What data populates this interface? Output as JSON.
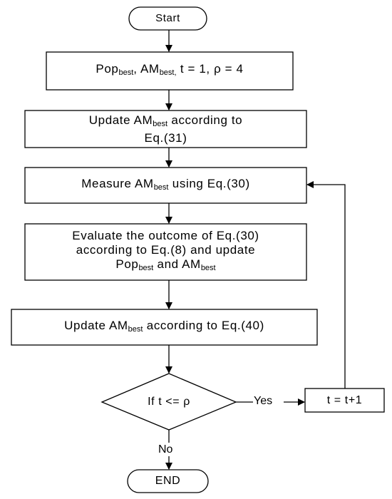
{
  "nodes": {
    "start": "Start",
    "init": {
      "a": "Pop",
      "a_sub": "best",
      "b": ", AM",
      "b_sub": "best,",
      "c": " t = 1, ρ = 4"
    },
    "update31": {
      "a": "Update AM",
      "a_sub": "best",
      "b": " according to",
      "line2": "Eq.(31)"
    },
    "measure": {
      "a": "Measure AM",
      "a_sub": "best",
      "b": " using Eq.(30)"
    },
    "evaluate": {
      "line1": "Evaluate the outcome of Eq.(30)",
      "line2": "according to Eq.(8) and update",
      "line3a": "Pop",
      "line3a_sub": "best",
      "line3b": " and AM",
      "line3b_sub": "best"
    },
    "update40": {
      "a": "Update AM",
      "a_sub": "best",
      "b": " according to  Eq.(40)"
    },
    "decision": "If t <=  ρ",
    "increment": "t = t+1",
    "end": "END"
  },
  "edges": {
    "yes_label": "Yes",
    "no_label": "No"
  }
}
